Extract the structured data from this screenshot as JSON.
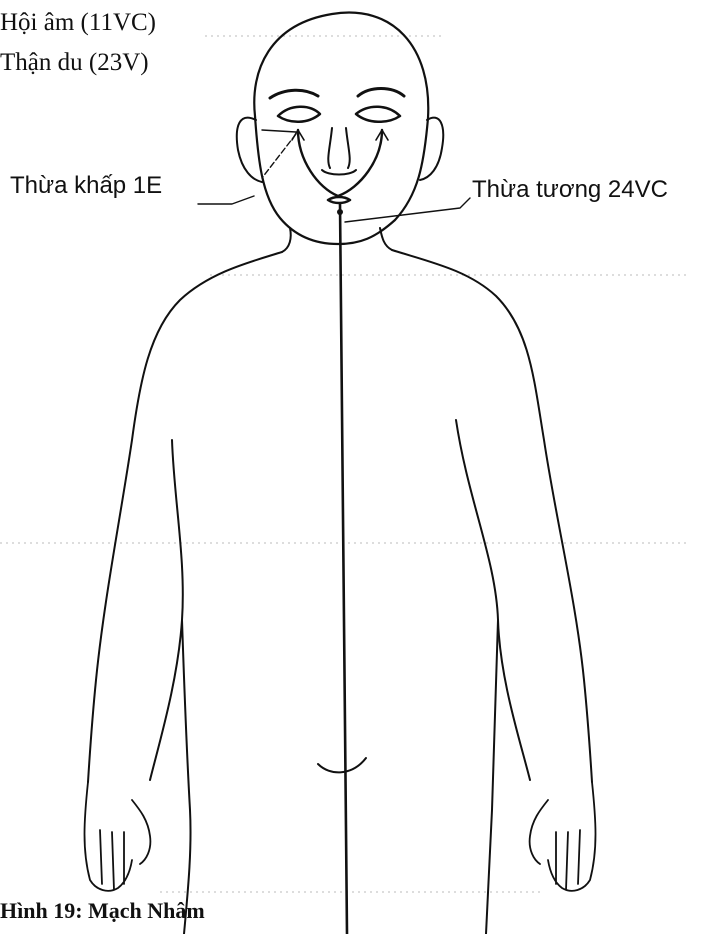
{
  "labels": {
    "hoi_am": "Hội âm (11VC)",
    "than_du": "Thận du (23V)",
    "thua_khap": "Thừa khấp 1E",
    "thua_tuong": "Thừa tương 24VC",
    "caption": "Hình 19: Mạch Nhâm"
  },
  "colors": {
    "ink": "#111111",
    "background": "#ffffff",
    "scan_dots": "#bbbbbb"
  }
}
